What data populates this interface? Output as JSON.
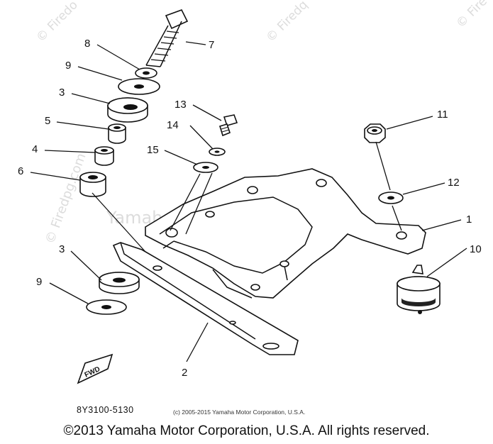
{
  "callouts": {
    "c1": "1",
    "c2": "2",
    "c3a": "3",
    "c3b": "3",
    "c4": "4",
    "c5": "5",
    "c6": "6",
    "c7": "7",
    "c8": "8",
    "c9a": "9",
    "c9b": "9",
    "c10": "10",
    "c11": "11",
    "c12": "12",
    "c13": "13",
    "c14": "14",
    "c15": "15"
  },
  "watermarks": {
    "top_left": "© Firedo",
    "top_mid": "© Firedq",
    "top_right": "© Fire",
    "left_vertical": "© Firedpg.com",
    "center": "Yamaha Motor Corp., U.S.A."
  },
  "fwd_label": "FWD",
  "diagram_code": "8Y3100-5130",
  "small_copyright": "(c) 2005-2015 Yamaha Motor Corporation, U.S.A.",
  "footer_copyright": "©2013 Yamaha Motor Corporation, U.S.A. All rights reserved."
}
